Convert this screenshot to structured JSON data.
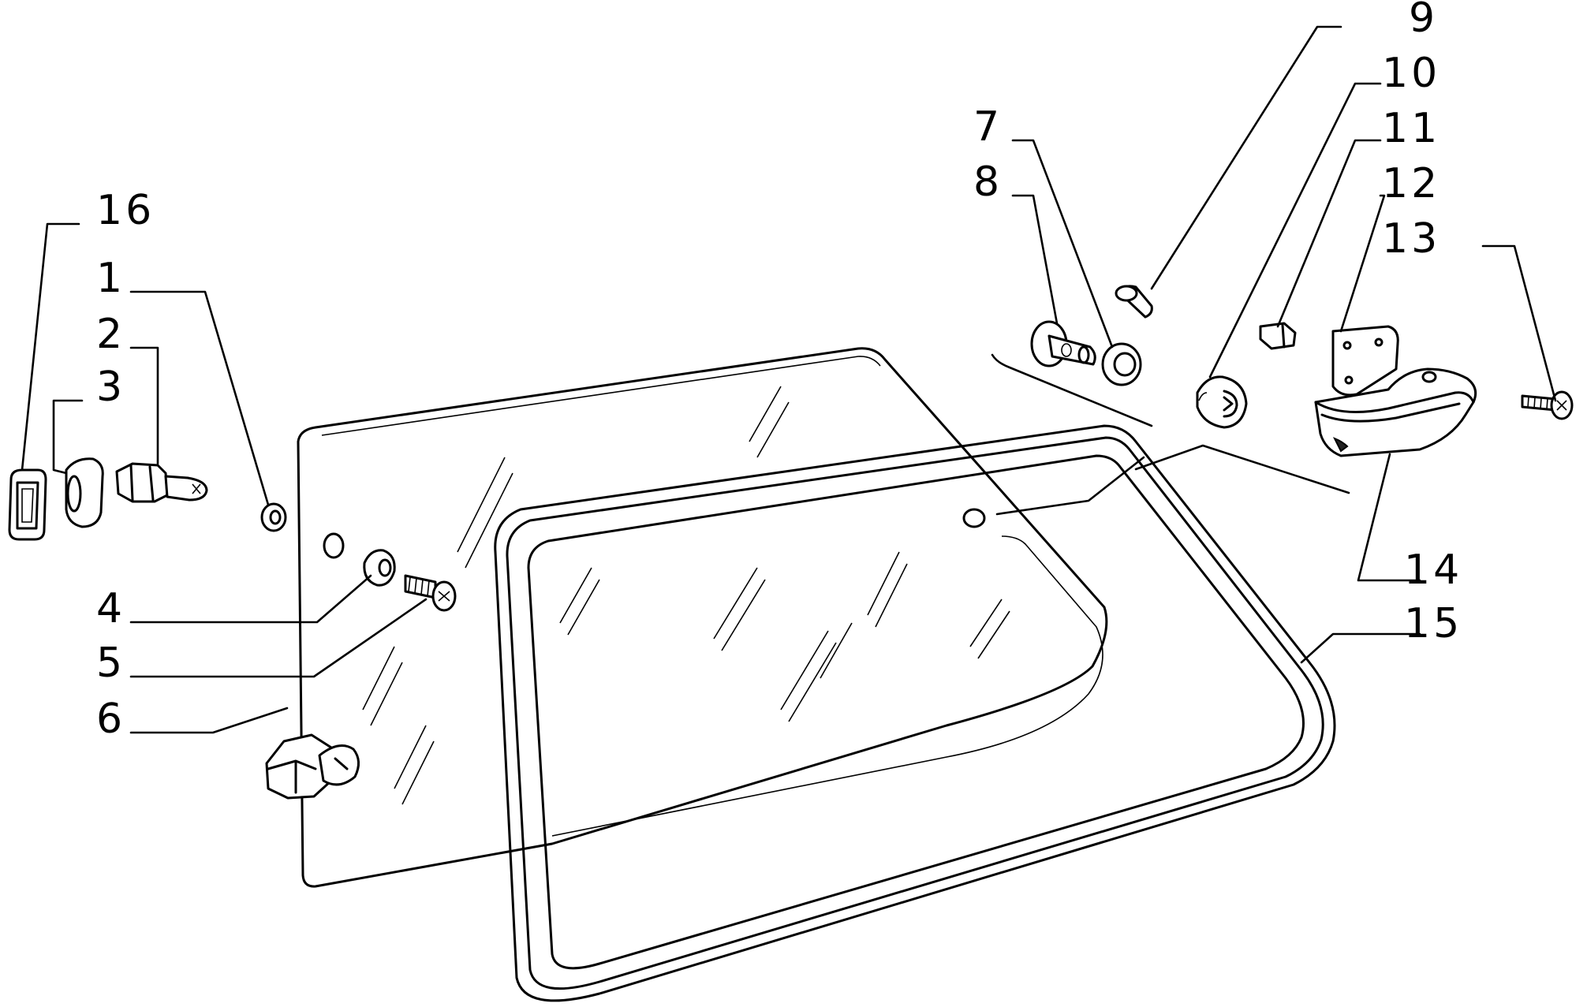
{
  "diagram": {
    "callouts": [
      {
        "id": "c1",
        "label": "1"
      },
      {
        "id": "c2",
        "label": "2"
      },
      {
        "id": "c3",
        "label": "3"
      },
      {
        "id": "c4",
        "label": "4"
      },
      {
        "id": "c5",
        "label": "5"
      },
      {
        "id": "c6",
        "label": "6"
      },
      {
        "id": "c7",
        "label": "7"
      },
      {
        "id": "c8",
        "label": "8"
      },
      {
        "id": "c9",
        "label": "9"
      },
      {
        "id": "c10",
        "label": "10"
      },
      {
        "id": "c11",
        "label": "11"
      },
      {
        "id": "c12",
        "label": "12"
      },
      {
        "id": "c13",
        "label": "13"
      },
      {
        "id": "c14",
        "label": "14"
      },
      {
        "id": "c15",
        "label": "15"
      },
      {
        "id": "c16",
        "label": "16"
      }
    ]
  }
}
